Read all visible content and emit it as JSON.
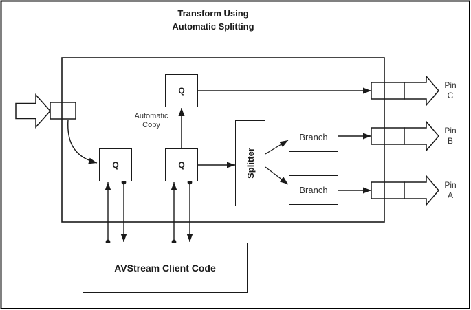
{
  "title": {
    "line1": "Transform Using",
    "line2": "Automatic Splitting"
  },
  "labels": {
    "queue_top": "Q",
    "queue_left": "Q",
    "queue_middle": "Q",
    "splitter": "Splitter",
    "branch_top": "Branch",
    "branch_bottom": "Branch",
    "automatic_copy_line1": "Automatic",
    "automatic_copy_line2": "Copy",
    "client_code": "AVStream Client Code"
  },
  "pins": [
    {
      "name": "Pin",
      "id": "C"
    },
    {
      "name": "Pin",
      "id": "B"
    },
    {
      "name": "Pin",
      "id": "A"
    }
  ],
  "colors": {
    "stroke": "#1a1a1a",
    "background": "#ffffff",
    "text_regular": "#333333",
    "text_bold": "#1a1a1a"
  }
}
